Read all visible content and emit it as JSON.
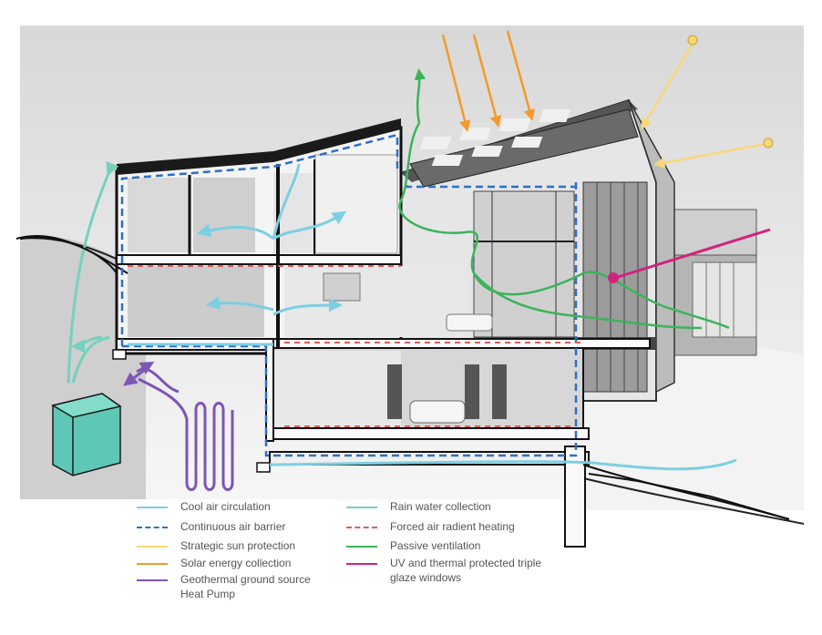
{
  "legend": {
    "items": [
      {
        "label": "Cool air circulation",
        "color": "#7ccfe2",
        "style": "solid"
      },
      {
        "label": "Continuous air barrier",
        "color": "#2f6fc4",
        "style": "dashed"
      },
      {
        "label": "Strategic sun protection",
        "color": "#f7d77a",
        "style": "solid"
      },
      {
        "label": "Solar energy collection",
        "color": "#f39a2b",
        "style": "solid"
      },
      {
        "label": "Geothermal ground source",
        "label2": "Heat Pump",
        "color": "#7d55b3",
        "style": "solid"
      },
      {
        "label": "Rain water collection",
        "color": "#74d1bd",
        "style": "solid"
      },
      {
        "label": "Forced air radient heating",
        "color": "#e35b5b",
        "style": "dashed"
      },
      {
        "label": "Passive ventilation",
        "color": "#3cb35a",
        "style": "solid"
      },
      {
        "label": "UV and thermal protected triple",
        "label2": "glaze windows",
        "color": "#d1237e",
        "style": "solid"
      }
    ]
  }
}
